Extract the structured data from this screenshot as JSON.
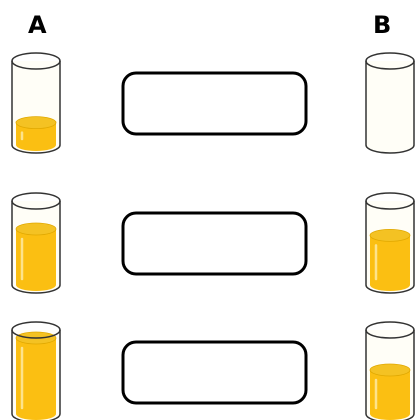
{
  "columns": {
    "left_label": "A",
    "right_label": "B"
  },
  "colors": {
    "liquid": "#fbbf12",
    "liquid_top": "#f4c223",
    "glass_stroke": "#333333",
    "glass_fill": "#fffef7",
    "box_stroke": "#000000"
  },
  "rows": [
    {
      "left_fill": 0.28,
      "right_fill": 0.0,
      "answer_box": ""
    },
    {
      "left_fill": 0.7,
      "right_fill": 0.62,
      "answer_box": ""
    },
    {
      "left_fill": 0.95,
      "right_fill": 0.55,
      "answer_box": ""
    }
  ]
}
